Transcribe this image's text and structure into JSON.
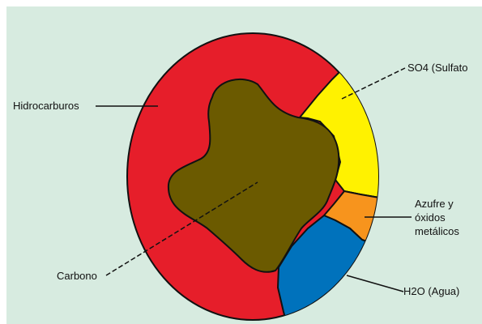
{
  "colors": {
    "background": "#d7ebe0",
    "outline": "#111111",
    "hydrocarbons": "#e61e2a",
    "sulfates": "#fff200",
    "sulfur_oxides": "#f7941d",
    "water": "#0072bc",
    "carbon": "#6b5a00"
  },
  "labels": {
    "hydrocarbons": "Hidrocarburos",
    "sulfates": "SO4 (Sulfato",
    "sulfur_oxides_line1": "Azufre y",
    "sulfur_oxides_line2": "óxidos",
    "sulfur_oxides_line3": "metálicos",
    "carbon": "Carbono",
    "water": "H2O (Agua)"
  }
}
